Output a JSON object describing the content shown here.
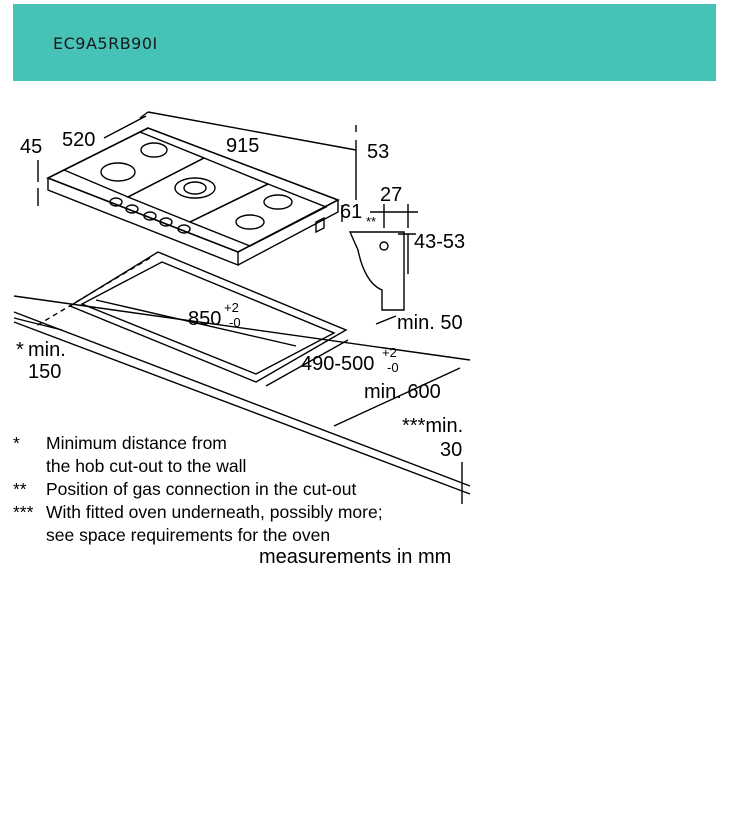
{
  "header": {
    "model": "EC9A5RB90I",
    "color": "#47c2b7"
  },
  "dimensions": {
    "depth_hob": "45",
    "width_depth": "520",
    "width": "915",
    "height_top": "53",
    "offset_right": "61",
    "gas_conn_27": "27",
    "gas_conn_mark": "**",
    "gas_range": "43-53",
    "cutout_width": "850",
    "cutout_width_tol_plus": "+2",
    "cutout_width_tol_minus": "-0",
    "cutout_depth": "490-500",
    "cutout_depth_tol_plus": "+2",
    "cutout_depth_tol_minus": "-0",
    "min_50": "min. 50",
    "min_150_a": "min.",
    "min_150_b": "150",
    "min_150_mark": "*",
    "min_600": "min. 600",
    "min_30_a": "***min.",
    "min_30_b": "30"
  },
  "notes": [
    {
      "mark": "*",
      "line1": "Minimum distance from",
      "line2": "the hob cut-out to the wall"
    },
    {
      "mark": "**",
      "line1": "Position of gas connection in the cut-out",
      "line2": ""
    },
    {
      "mark": "***",
      "line1": "With fitted oven underneath, possibly more;",
      "line2": "see space requirements for the oven"
    }
  ],
  "units_label": "measurements in mm"
}
